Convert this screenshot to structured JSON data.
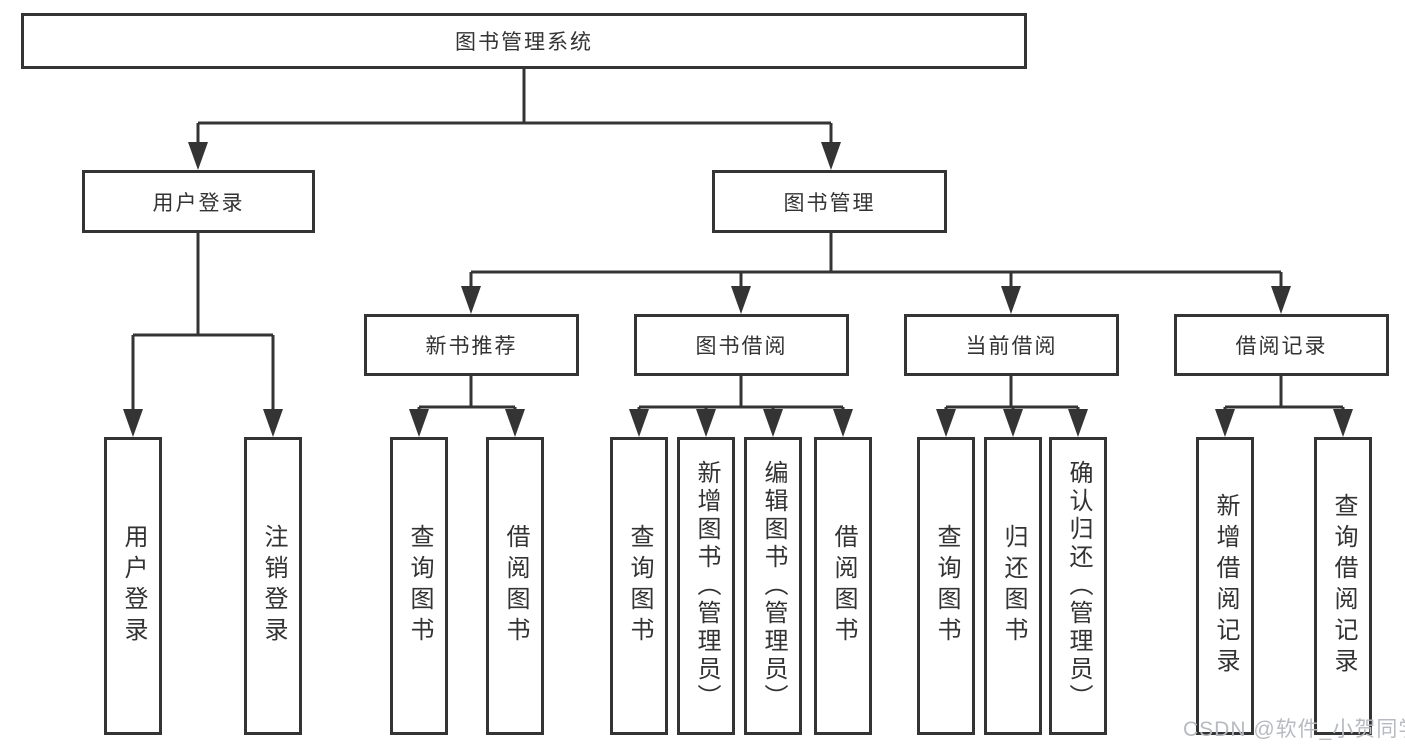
{
  "diagram": {
    "type": "hierarchy-tree",
    "colors": {
      "line": "#343434",
      "box_border": "#343434",
      "text": "#333333",
      "background": "#ffffff",
      "watermark": "#b7bbc1"
    },
    "tree": {
      "label": "图书管理系统",
      "children": [
        {
          "label": "用户登录",
          "children": [
            {
              "label": "用户登录"
            },
            {
              "label": "注销登录"
            }
          ]
        },
        {
          "label": "图书管理",
          "children": [
            {
              "label": "新书推荐",
              "children": [
                {
                  "label": "查询图书"
                },
                {
                  "label": "借阅图书"
                }
              ]
            },
            {
              "label": "图书借阅",
              "children": [
                {
                  "label": "查询图书"
                },
                {
                  "label": "新增图书（管理员）"
                },
                {
                  "label": "编辑图书（管理员）"
                },
                {
                  "label": "借阅图书"
                }
              ]
            },
            {
              "label": "当前借阅",
              "children": [
                {
                  "label": "查询图书"
                },
                {
                  "label": "归还图书"
                },
                {
                  "label": "确认归还（管理员）"
                }
              ]
            },
            {
              "label": "借阅记录",
              "children": [
                {
                  "label": "新增借阅记录"
                },
                {
                  "label": "查询借阅记录"
                }
              ]
            }
          ]
        }
      ]
    },
    "watermark": "CSDN @软件_小贺同学"
  }
}
